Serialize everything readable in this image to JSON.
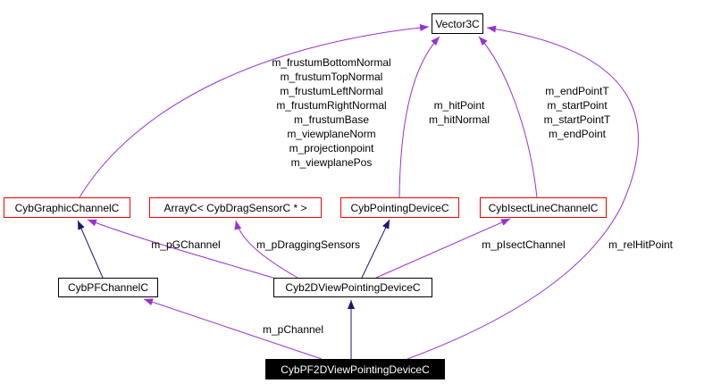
{
  "diagram_type": "collaboration-graph",
  "colors": {
    "background": "#ffffff",
    "usage_edge": "#9a32cd",
    "inheritance_edge": "#191970",
    "truncated_node_border": "#ff0000",
    "node_border": "#000000",
    "current_node_bg": "#000000",
    "current_node_text": "#ffffff"
  },
  "nodes": {
    "vector3c": {
      "label": "Vector3C"
    },
    "graphic_channel": {
      "label": "CybGraphicChannelC"
    },
    "array_drag_sensor": {
      "label": "ArrayC< CybDragSensorC * >"
    },
    "pointing_device": {
      "label": "CybPointingDeviceC"
    },
    "isect_line_channel": {
      "label": "CybIsectLineChannelC"
    },
    "pf_channel": {
      "label": "CybPFChannelC"
    },
    "view_pointing_device_2d": {
      "label": "Cyb2DViewPointingDeviceC"
    },
    "pf_2d_view_pointing_device": {
      "label": "CybPF2DViewPointingDeviceC"
    }
  },
  "edge_labels": {
    "frustum": "m_frustumBottomNormal\nm_frustumTopNormal\nm_frustumLeftNormal\nm_frustumRightNormal\nm_frustumBase\nm_viewplaneNorm\nm_projectionpoint\nm_viewplanePos",
    "hit": "m_hitPoint\nm_hitNormal",
    "line_points": "m_endPointT\nm_startPoint\nm_startPointT\nm_endPoint",
    "p_g_channel": "m_pGChannel",
    "p_dragging_sensors": "m_pDraggingSensors",
    "p_isect_channel": "m_pIsectChannel",
    "rel_hit_point": "m_relHitPoint",
    "p_channel": "m_pChannel"
  }
}
